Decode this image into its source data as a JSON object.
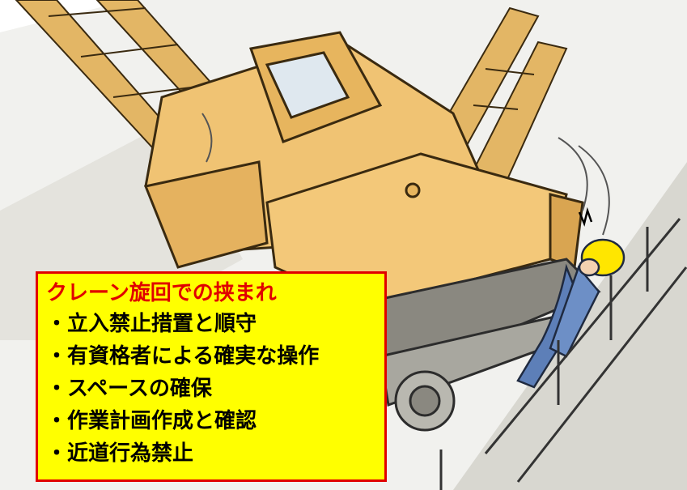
{
  "caption": {
    "title": "クレーン旋回での挟まれ",
    "lines": [
      "・立入禁止措置と順守",
      "・有資格者による確実な操作",
      "・スペースの確保",
      "・作業計画作成と確認",
      "・近道行為禁止"
    ]
  },
  "colors": {
    "caption_background": "#ffff00",
    "caption_border": "#e00000",
    "title_text": "#e00000",
    "crane_body": "#f0c373",
    "worker_helmet": "#ffe600",
    "worker_uniform": "#5d7fb8"
  }
}
